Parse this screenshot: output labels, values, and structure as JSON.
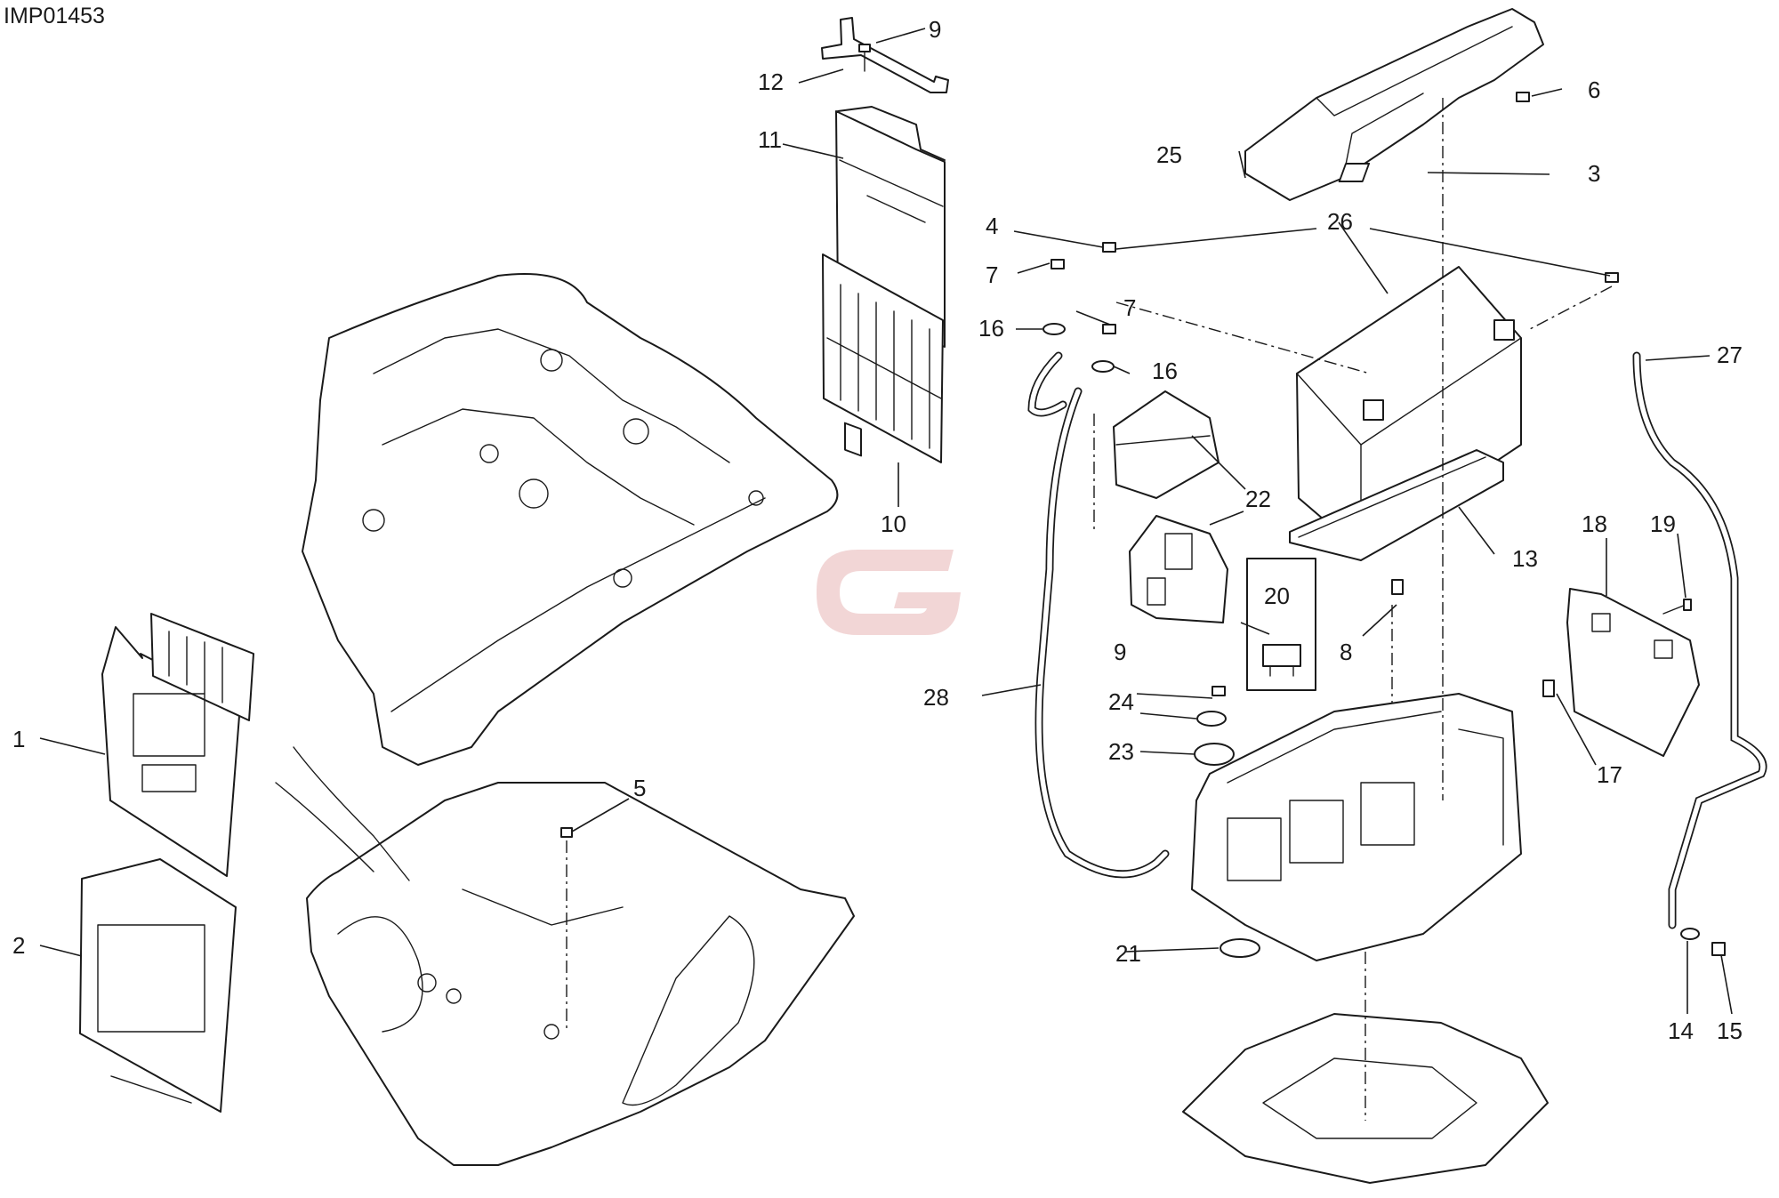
{
  "drawing_code": "IMP01453",
  "watermark_letter": "G",
  "colors": {
    "line": "#1a1a1a",
    "background": "#ffffff",
    "watermark": "#e8b4b4"
  },
  "callouts": [
    "1",
    "2",
    "3",
    "4",
    "5",
    "6",
    "7",
    "7",
    "8",
    "9",
    "9",
    "10",
    "11",
    "12",
    "13",
    "14",
    "15",
    "16",
    "16",
    "17",
    "18",
    "19",
    "20",
    "21",
    "22",
    "23",
    "24",
    "25",
    "26",
    "27",
    "28"
  ]
}
